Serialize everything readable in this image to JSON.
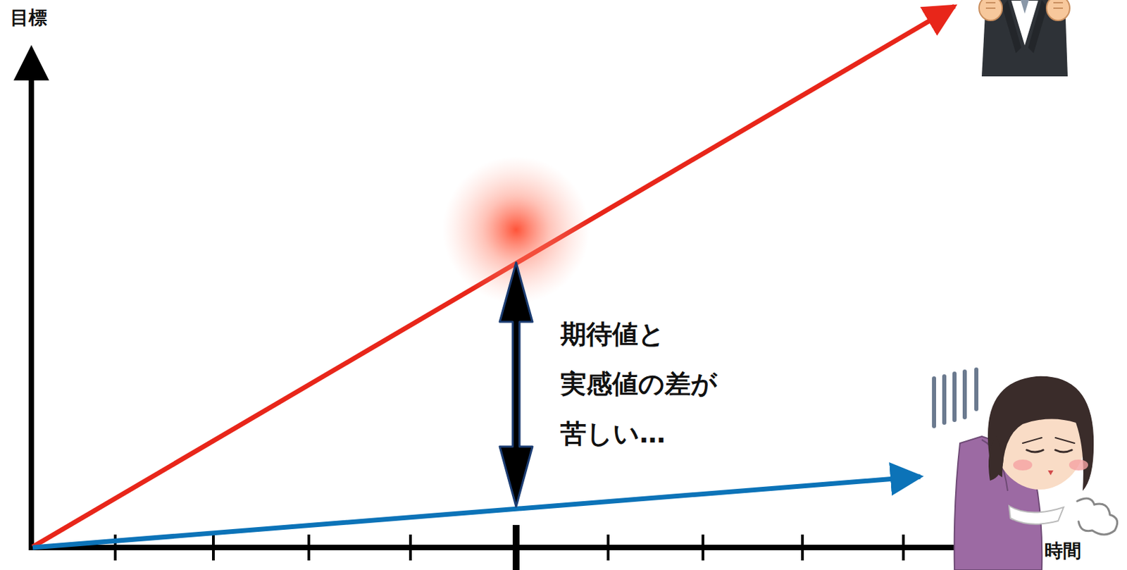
{
  "diagram": {
    "labels": [
      "目標",
      "期待値と 実感値の差が 苦しい…",
      "時間"
    ]
  }
}
